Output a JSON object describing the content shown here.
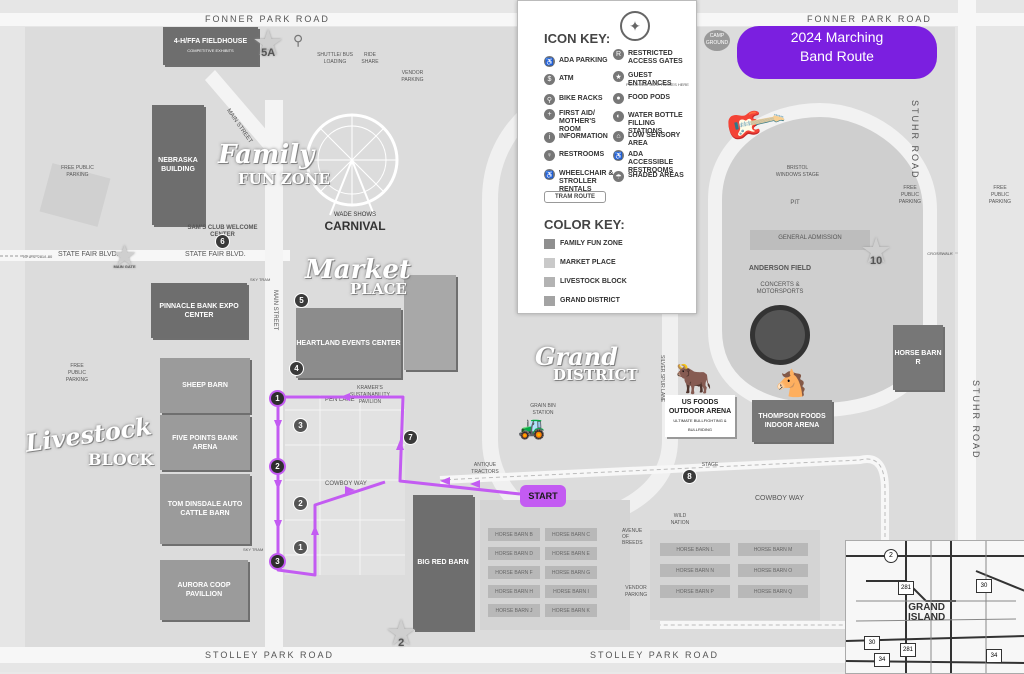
{
  "roads": {
    "top_left": "FONNER PARK ROAD",
    "top_right": "FONNER PARK ROAD",
    "bottom_left": "STOLLEY PARK ROAD",
    "bottom_right": "STOLLEY PARK ROAD",
    "right": "STUHR ROAD",
    "state_fair_left": "STATE FAIR BLVD.",
    "state_fair_mid": "STATE FAIR BLVD.",
    "main_street_upper": "MAIN STREET",
    "main_street_lower": "MAIN STREET",
    "cowboy_way": "COWBOY WAY",
    "cowboy_way_left": "COWBOY WAY",
    "silver_spur": "SILVER SPUR LANE",
    "pen_lane": "PEN LANE",
    "avenue_of_breeds": "AVENUE OF BREEDS",
    "to_us": "TO U.S. 281/I-80",
    "sky_tram_1": "SKY TRAM",
    "sky_tram_2": "SKY TRAM"
  },
  "route": {
    "title_line1": "2024 Marching",
    "title_line2": "Band Route",
    "start_label": "START",
    "stops": [
      "1",
      "2",
      "3"
    ],
    "accent": "#7b1fe0",
    "path_color": "#c35bf2"
  },
  "icon_key": {
    "title": "ICON KEY:",
    "items": [
      {
        "icon": "ada-parking-icon",
        "glyph": "♿",
        "label": "ADA PARKING"
      },
      {
        "icon": "atm-icon",
        "glyph": "$",
        "label": "ATM"
      },
      {
        "icon": "bike-rack-icon",
        "glyph": "⚲",
        "label": "BIKE RACKS"
      },
      {
        "icon": "first-aid-icon",
        "glyph": "+",
        "label": "FIRST AID/ MOTHER'S ROOM"
      },
      {
        "icon": "information-icon",
        "glyph": "i",
        "label": "INFORMATION"
      },
      {
        "icon": "restrooms-icon",
        "glyph": "♀",
        "label": "RESTROOMS"
      },
      {
        "icon": "wheelchair-stroller-icon",
        "glyph": "♿",
        "label": "WHEELCHAIR & STROLLER RENTALS"
      },
      {
        "icon": "restricted-access-icon",
        "glyph": "R",
        "label": "RESTRICTED ACCESS GATES"
      },
      {
        "icon": "guest-entrance-icon",
        "glyph": "★",
        "label": "GUEST ENTRANCES"
      },
      {
        "icon": "food-pods-icon",
        "glyph": "●",
        "label": "FOOD PODS"
      },
      {
        "icon": "water-bottle-icon",
        "glyph": "◐",
        "label": "WATER BOTTLE FILLING STATIONS"
      },
      {
        "icon": "low-sensory-icon",
        "glyph": "⌂",
        "label": "LOW SENSORY AREA"
      },
      {
        "icon": "ada-restrooms-icon",
        "glyph": "♿",
        "label": "ADA ACCESSIBLE RESTROOMS"
      },
      {
        "icon": "shaded-areas-icon",
        "glyph": "☂",
        "label": "SHADED AREAS"
      }
    ],
    "guest_entrance_sub": "PURCHASE GATE PASSES HERE",
    "tram_route": "TRAM ROUTE"
  },
  "color_key": {
    "title": "COLOR KEY:",
    "items": [
      {
        "label": "FAMILY FUN ZONE",
        "color": "#8f8f8f"
      },
      {
        "label": "MARKET PLACE",
        "color": "#c9c9c9"
      },
      {
        "label": "LIVESTOCK BLOCK",
        "color": "#b3b3b3"
      },
      {
        "label": "GRAND DISTRICT",
        "color": "#a3a3a3"
      }
    ]
  },
  "zones": {
    "family_1": "Family",
    "family_2": "FUN ZONE",
    "market_1": "Market",
    "market_2": "PLACE",
    "grand_1": "Grand",
    "grand_2": "DISTRICT",
    "livestock_1": "Livestock",
    "livestock_2": "BLOCK",
    "carnival_1": "WADE SHOWS",
    "carnival_2": "CARNIVAL"
  },
  "buildings": {
    "fieldhouse": "4-H/FFA FIELDHOUSE",
    "fieldhouse_sub": "COMPETITIVE EXHIBITS",
    "nebraska": "NEBRASKA BUILDING",
    "sams": "SAM'S CLUB WELCOME CENTER",
    "pinnacle": "PINNACLE BANK EXPO CENTER",
    "heartland": "HEARTLAND EVENTS CENTER",
    "sheep": "SHEEP BARN",
    "five_points": "FIVE POINTS BANK ARENA",
    "tom_dinsdale": "TOM DINSDALE AUTO CATTLE BARN",
    "aurora_coop": "AURORA COOP PAVILLION",
    "big_red": "BIG RED BARN",
    "anderson": "ANDERSON FIELD",
    "anderson_sub": "CONCERTS & MOTORSPORTS",
    "us_foods": "US FOODS OUTDOOR ARENA",
    "us_foods_sub": "ULTIMATE BULLFIGHTING & BULLRIDING",
    "thompson": "THOMPSON FOODS INDOOR ARENA",
    "horse_barn_r": "HORSE BARN R",
    "general_admission": "GENERAL ADMISSION",
    "pit": "PIT",
    "kramers": "KRAMER'S SUSTAINABILITY PAVILION",
    "bristol": "BRISTOL WINDOWS STAGE",
    "camp_ground": "CAMP GROUND",
    "shuttle": "SHUTTLE/ BUS LOADING",
    "ride_share": "RIDE SHARE",
    "vendor_parking": "VENDOR PARKING",
    "free_parking": "FREE PUBLIC PARKING",
    "pavilion": "PAVILION",
    "crosswalk": "CROSSWALK",
    "antique_tractors": "ANTIQUE TRACTORS",
    "grain_bin": "GRAIN BIN STATION",
    "wild_nation": "WILD NATION",
    "stage": "STAGE"
  },
  "horse_barns": [
    "HORSE BARN B",
    "HORSE BARN C",
    "HORSE BARN D",
    "HORSE BARN E",
    "HORSE BARN F",
    "HORSE BARN G",
    "HORSE BARN H",
    "HORSE BARN I",
    "HORSE BARN J",
    "HORSE BARN K",
    "HORSE BARN L",
    "HORSE BARN M",
    "HORSE BARN N",
    "HORSE BARN O",
    "HORSE BARN P",
    "HORSE BARN Q"
  ],
  "gates": {
    "g2": "2",
    "g5a": "5A",
    "g10": "10",
    "main_gate": "MAIN GATE"
  },
  "food_pods": [
    "4",
    "5",
    "6",
    "7",
    "8"
  ],
  "inset": {
    "city_1": "GRAND",
    "city_2": "ISLAND",
    "routes": [
      "2",
      "281",
      "30",
      "30",
      "34",
      "281",
      "34"
    ]
  }
}
